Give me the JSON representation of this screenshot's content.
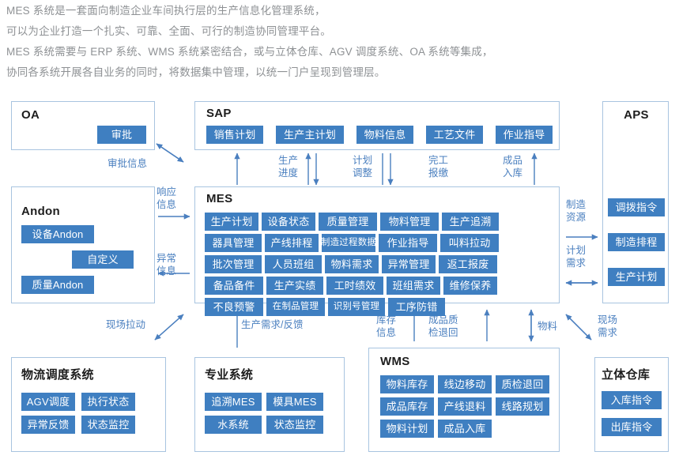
{
  "intro": {
    "lines": [
      "MES 系统是一套面向制造企业车间执行层的生产信息化管理系统，",
      "可以为企业打造一个扎实、可靠、全面、可行的制造协同管理平台。",
      "MES 系统需要与 ERP 系统、WMS 系统紧密结合，或与立体仓库、AGV 调度系统、OA 系统等集成，",
      "协同各系统开展各自业务的同时，将数据集中管理，以统一门户呈现到管理层。"
    ]
  },
  "colors": {
    "chip_blue": "#3f7fc1",
    "box_border": "#a8c4e0",
    "arrow_blue": "#4a7fbf",
    "intro_text": "#8e9194",
    "title_text": "#1d1d1d"
  },
  "boxes": {
    "oa": {
      "title": "OA",
      "chips": [
        "审批"
      ]
    },
    "andon": {
      "title": "Andon",
      "chips": [
        "设备Andon",
        "自定义",
        "质量Andon"
      ]
    },
    "sap": {
      "title": "SAP",
      "chips": [
        "销售计划",
        "生产主计划",
        "物料信息",
        "工艺文件",
        "作业指导"
      ]
    },
    "mes": {
      "title": "MES",
      "chips": [
        "生产计划",
        "设备状态",
        "质量管理",
        "物料管理",
        "生产追溯",
        "器具管理",
        "产线排程",
        "制造过程数据",
        "作业指导",
        "叫料拉动",
        "批次管理",
        "人员班组",
        "物料需求",
        "异常管理",
        "返工报废",
        "备品备件",
        "生产实绩",
        "工时绩效",
        "班组需求",
        "维修保养",
        "不良预警",
        "在制品管理",
        "识别号管理",
        "工序防错"
      ]
    },
    "aps": {
      "title": "APS",
      "chips": [
        "调拨指令",
        "制造排程",
        "生产计划"
      ]
    },
    "logistics": {
      "title": "物流调度系统",
      "chips": [
        "AGV调度",
        "执行状态",
        "异常反馈",
        "状态监控"
      ]
    },
    "professional": {
      "title": "专业系统",
      "chips": [
        "追溯MES",
        "模具MES",
        "水系统",
        "状态监控"
      ]
    },
    "wms": {
      "title": "WMS",
      "chips": [
        "物料库存",
        "线边移动",
        "质检退回",
        "成品库存",
        "产线退料",
        "线路规划",
        "物料计划",
        "成品入库"
      ]
    },
    "warehouse": {
      "title": "立体仓库",
      "chips": [
        "入库指令",
        "出库指令"
      ]
    }
  },
  "flows": {
    "approval_info": "审批信息",
    "response_info": "响应\n信息",
    "response_l1": "响应",
    "response_l2": "信息",
    "exception_l1": "异常",
    "exception_l2": "信息",
    "prod_progress_l1": "生产",
    "prod_progress_l2": "进度",
    "plan_adjust_l1": "计划",
    "plan_adjust_l2": "调整",
    "finish_report_l1": "完工",
    "finish_report_l2": "报缴",
    "fg_instock_l1": "成品",
    "fg_instock_l2": "入库",
    "mfg_resource_l1": "制造",
    "mfg_resource_l2": "资源",
    "plan_demand_l1": "计划",
    "plan_demand_l2": "需求",
    "site_pull": "现场拉动",
    "prod_demand_fb": "生产需求/反馈",
    "stock_info_l1": "库存",
    "stock_info_l2": "信息",
    "fg_qc_return_l1": "成品质",
    "fg_qc_return_l2": "检退回",
    "material": "物料",
    "site_demand_l1": "现场",
    "site_demand_l2": "需求"
  }
}
